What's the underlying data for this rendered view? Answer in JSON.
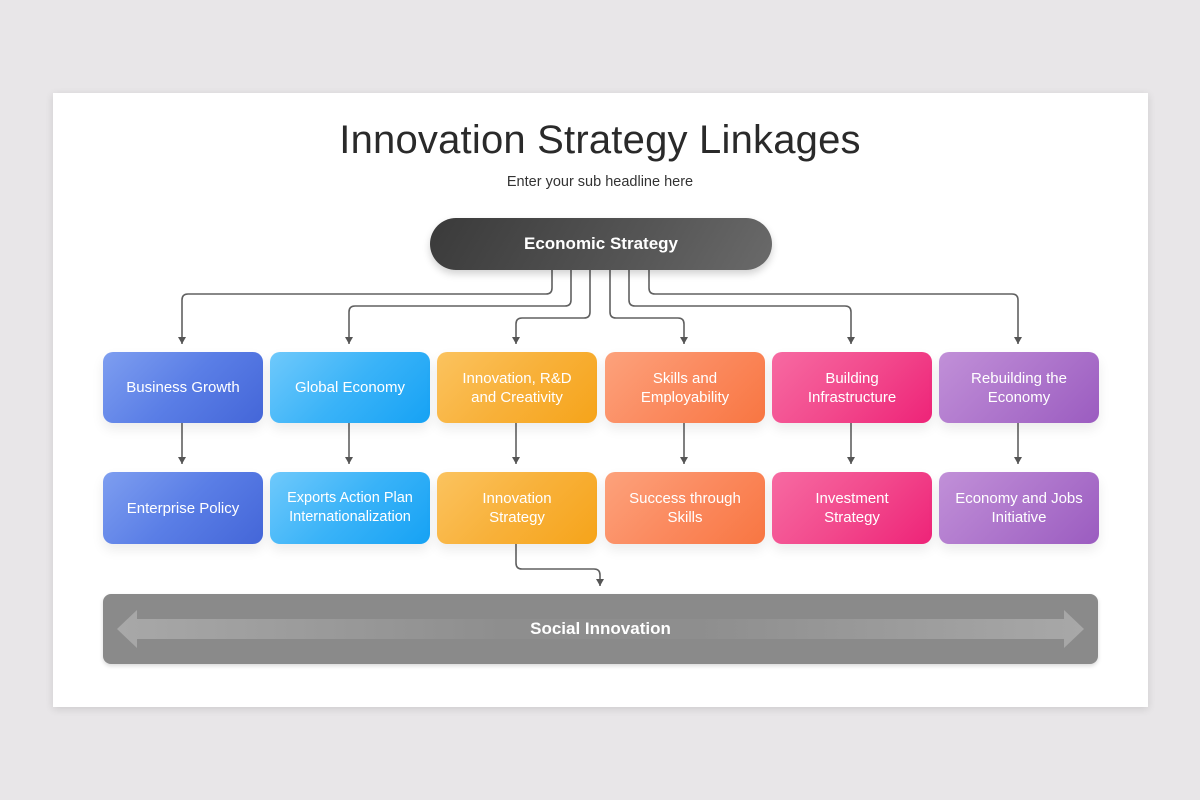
{
  "header": {
    "title": "Innovation Strategy Linkages",
    "subtitle": "Enter your sub headline here"
  },
  "root": {
    "label": "Economic Strategy",
    "color": "#474747"
  },
  "columns": [
    {
      "top": "Business Growth",
      "bottom": "Enterprise Policy",
      "color": "#5a7ee6"
    },
    {
      "top": "Global Economy",
      "bottom": "Exports Action Plan Internationalization",
      "color": "#3ab3f8"
    },
    {
      "top": "Innovation, R&D and Creativity",
      "bottom": "Innovation Strategy",
      "color": "#f8b13a"
    },
    {
      "top": "Skills and Employability",
      "bottom": "Success through Skills",
      "color": "#fb8a5f"
    },
    {
      "top": "Building Infrastructure",
      "bottom": "Investment Strategy",
      "color": "#f24a8d"
    },
    {
      "top": "Rebuilding the Economy",
      "bottom": "Economy and Jobs Initiative",
      "color": "#ae76cc"
    }
  ],
  "footer_bar": {
    "label": "Social Innovation",
    "color": "#8a8a8a"
  },
  "icons": {
    "bar_arrow": "double-arrow-icon",
    "connector_arrow": "arrow-down-icon"
  }
}
